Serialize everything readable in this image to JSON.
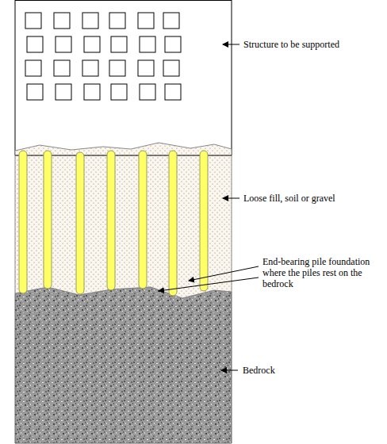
{
  "diagram": {
    "labels": [
      "Structure to be supported",
      "Loose fill, soil or gravel",
      "End-bearing pile foundation where the piles rest on the bedrock",
      "Bedrock"
    ]
  }
}
